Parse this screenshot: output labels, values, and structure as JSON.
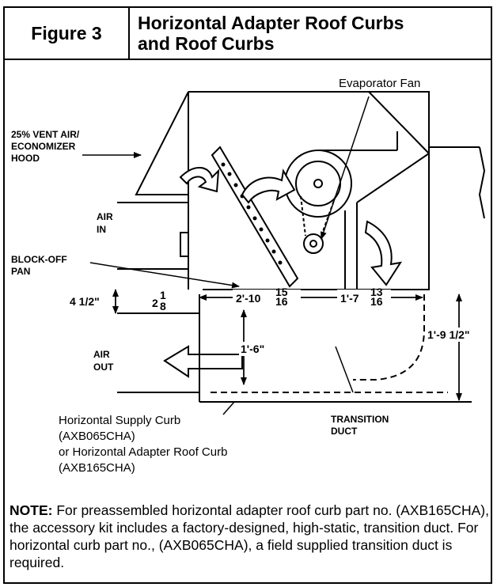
{
  "figure": {
    "label": "Figure 3",
    "title_line1": "Horizontal Adapter Roof Curbs",
    "title_line2": "and Roof Curbs"
  },
  "diagram": {
    "labels": {
      "evaporator_fan": "Evaporator Fan",
      "hood_line1": "25% VENT AIR/",
      "hood_line2": "ECONOMIZER",
      "hood_line3": "HOOD",
      "air_in_line1": "AIR",
      "air_in_line2": "IN",
      "block_off_line1": "BLOCK-OFF",
      "block_off_line2": "PAN",
      "air_out_line1": "AIR",
      "air_out_line2": "OUT",
      "transition_line1": "TRANSITION",
      "transition_line2": "DUCT",
      "supply_curb_line1": "Horizontal Supply Curb",
      "supply_curb_line2": "(AXB065CHA)",
      "supply_curb_line3": "or Horizontal Adapter Roof Curb",
      "supply_curb_line4": "(AXB165CHA)"
    },
    "dimensions": {
      "curb_offset": "4 1/2\"",
      "left_gap_whole": "2",
      "left_gap_num": "1",
      "left_gap_den": "8",
      "span_a_whole": "2'-10",
      "span_a_num": "15",
      "span_a_den": "16",
      "span_b_whole": "1'-7",
      "span_b_num": "13",
      "span_b_den": "16",
      "duct_height": "1'-6\"",
      "curb_height": "1'-9 1/2\""
    }
  },
  "note": {
    "label": "NOTE:",
    "text": "For preassembled horizontal adapter roof curb part no. (AXB165CHA), the accessory kit includes a factory-designed, high-static, transition duct. For horizontal curb part no., (AXB065CHA), a field supplied transition duct is required."
  }
}
